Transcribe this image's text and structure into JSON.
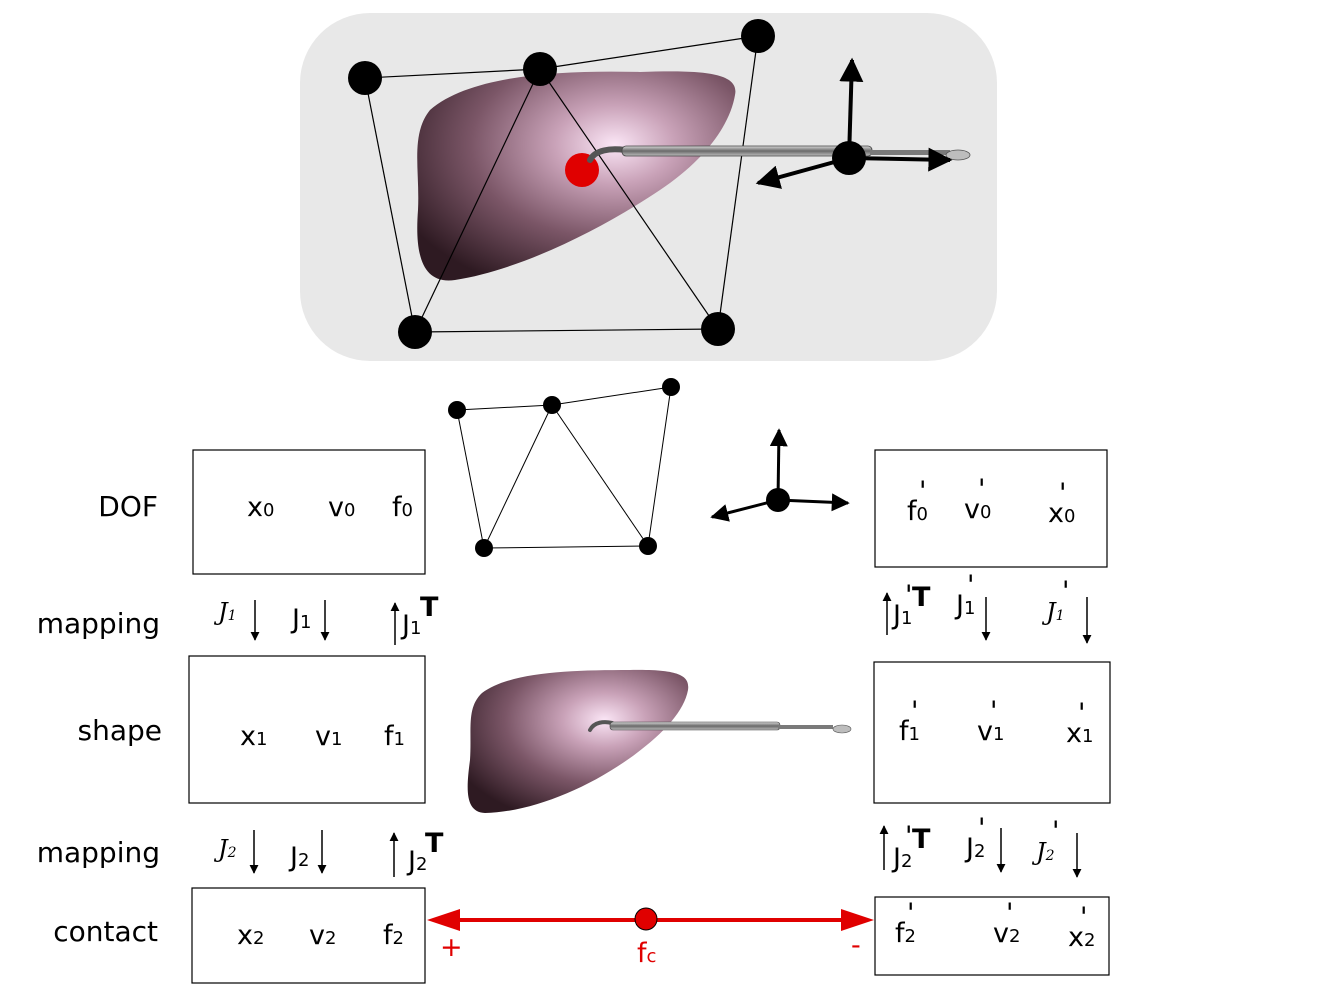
{
  "rows": {
    "dof": "DOF",
    "mapping1": "mapping",
    "shape": "shape",
    "mapping2": "mapping",
    "contact": "contact"
  },
  "left": {
    "dof": {
      "x": "x",
      "v": "v",
      "f": "f",
      "sub": "0"
    },
    "shape": {
      "x": "x",
      "v": "v",
      "f": "f",
      "sub": "1"
    },
    "contact": {
      "x": "x",
      "v": "v",
      "f": "f",
      "sub": "2"
    },
    "map1": {
      "jcal": "J",
      "jcal_sub": "1",
      "j": "J",
      "j_sub": "1",
      "jt": "J",
      "jt_sub": "1",
      "jt_sup": "T"
    },
    "map2": {
      "jcal": "J",
      "jcal_sub": "2",
      "j": "J",
      "j_sub": "2",
      "jt": "J",
      "jt_sub": "2",
      "jt_sup": "T"
    }
  },
  "right": {
    "dof": {
      "f": "f",
      "v": "v",
      "x": "x",
      "prime": "'",
      "sub": "0"
    },
    "shape": {
      "f": "f",
      "v": "v",
      "x": "x",
      "prime": "'",
      "sub": "1"
    },
    "contact": {
      "f": "f",
      "v": "v",
      "x": "x",
      "prime": "'",
      "sub": "2"
    },
    "map1": {
      "jt": "J",
      "jt_sub": "1",
      "jt_sup": "T",
      "j": "J",
      "j_sub": "1",
      "jcal": "J",
      "jcal_sub": "1",
      "prime": "'"
    },
    "map2": {
      "jt": "J",
      "jt_sub": "2",
      "jt_sup": "T",
      "j": "J",
      "j_sub": "2",
      "jcal": "J",
      "jcal_sub": "2",
      "prime": "'"
    }
  },
  "contact_force": {
    "label": "f",
    "sub": "c",
    "plus": "+",
    "minus": "-"
  },
  "colors": {
    "contact": "#e00000",
    "panel": "#e8e8e8",
    "organ": "#5a3a48",
    "organ_highlight": "#f5d8ee"
  }
}
